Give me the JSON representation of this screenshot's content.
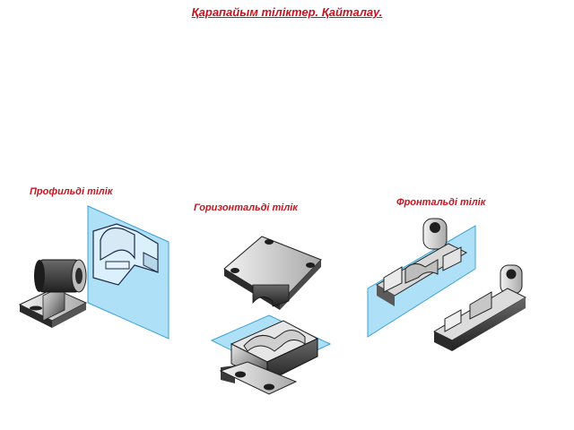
{
  "title": "Қарапайым тіліктер. Қайталау.",
  "labels": {
    "profile": "Профильді тілік",
    "horizontal": "Горизонтальді тілік",
    "frontal": "Фронтальді тілік"
  },
  "colors": {
    "title": "#c8141e",
    "plane": "#6cc6f0",
    "metal_dark": "#3a3a3a",
    "metal_light": "#cfcfcf"
  }
}
